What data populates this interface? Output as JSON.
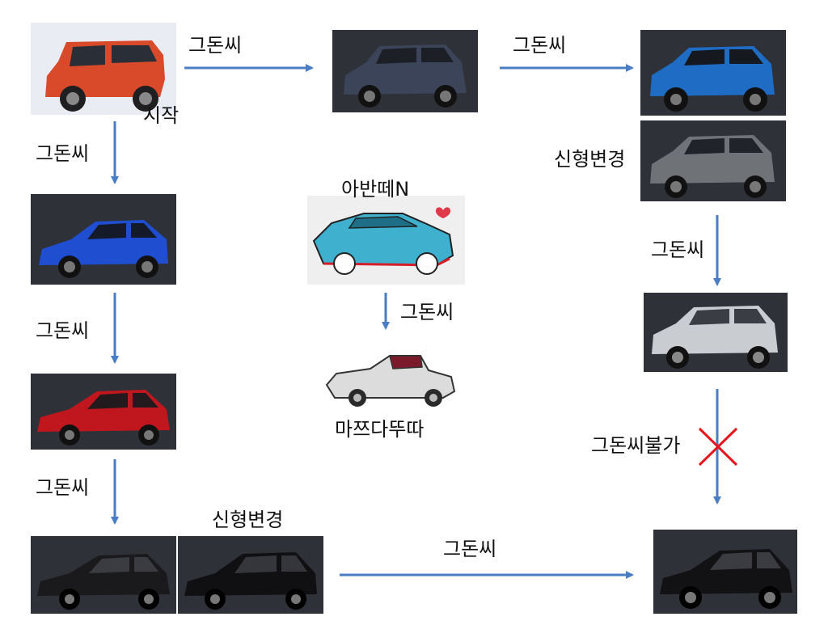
{
  "labels": {
    "transition": "그돈씨",
    "start": "시작",
    "facelift": "신형변경",
    "avante_n": "아반떼N",
    "mx5": "마쯔다뚜따",
    "not_possible": "그돈씨불가"
  },
  "colors": {
    "arrow": "#4a7dc4",
    "cross": "#e8141b",
    "casper": "#d94a2a",
    "venue": "#3b4458",
    "kona_old": "#1e6cc4",
    "kona_new": "#6f7378",
    "tucson": "#c9ccd0",
    "avante": "#1f4fd0",
    "sonata": "#c0161d",
    "grandeur_old": "#1a1a1c",
    "grandeur_new": "#101012",
    "g80": "#121214",
    "avante_n_sketch": "#3fb1cf",
    "mx5_sketch": "#dcdcdc",
    "dark_bg": "#2e3138",
    "light_bg": "#e9ecf3"
  }
}
